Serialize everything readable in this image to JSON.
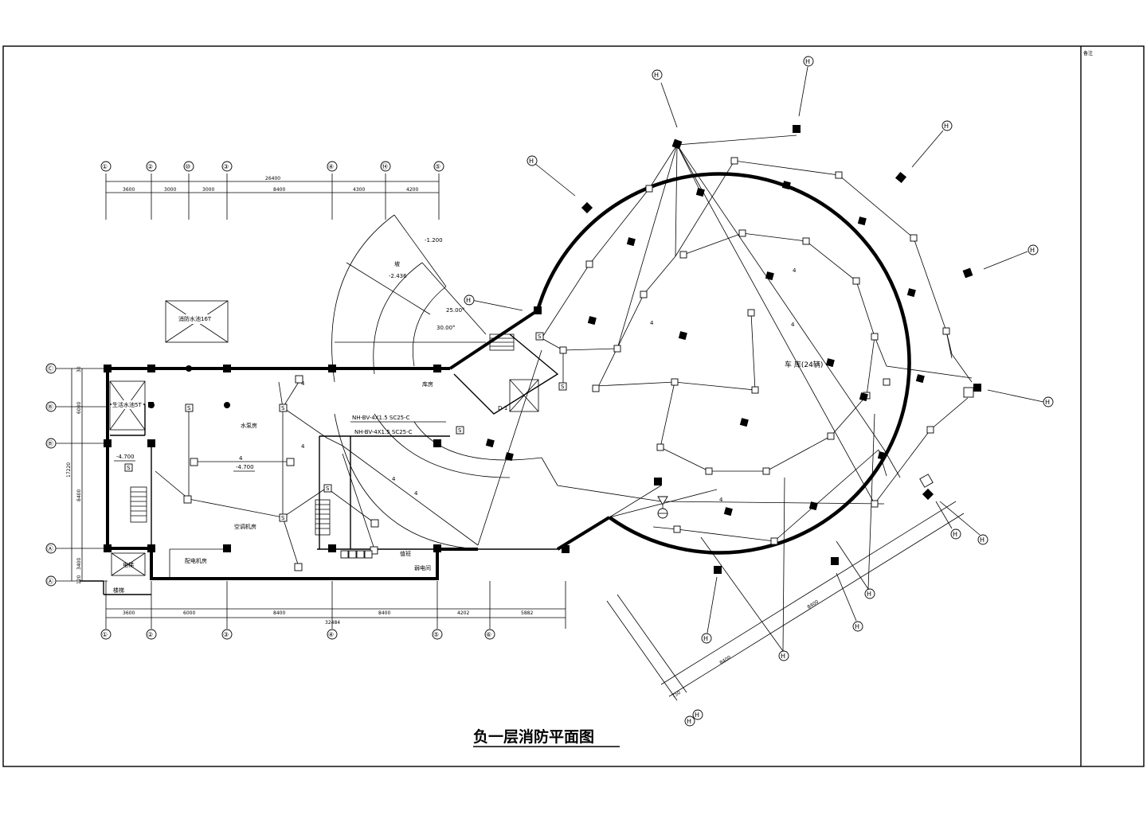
{
  "drawing": {
    "title": "负一层消防平面图",
    "title_block_label": "备注"
  },
  "grid_axes": {
    "top": [
      "①",
      "②",
      "⑩",
      "③",
      "④",
      "⑭",
      "⑤"
    ],
    "bottom": [
      "①",
      "②",
      "③",
      "④",
      "⑤",
      "⑥"
    ],
    "left": [
      "Ⓒ",
      "Ⓑ",
      "Ⓑ",
      "Ⓐ",
      "Ⓐ"
    ],
    "arc": [
      "H",
      "H",
      "H",
      "H",
      "H",
      "H",
      "H",
      "H",
      "H",
      "H",
      "H",
      "H",
      "H",
      "H",
      "H"
    ]
  },
  "dimensions": {
    "top_total": "26400",
    "top_segments": [
      "3600",
      "3000",
      "3000",
      "8400",
      "4300",
      "4200"
    ],
    "bottom_total": "32484",
    "bottom_segments": [
      "3600",
      "6000",
      "8400",
      "8400",
      "4202",
      "5882"
    ],
    "left_total": "17220",
    "left_segments": [
      "30",
      "6000",
      "8400",
      "3400",
      "120"
    ],
    "diag": [
      "8400",
      "8400",
      "750"
    ]
  },
  "room_labels": {
    "fire_pool": "消防水池16T",
    "pool_small": "生活水池5T",
    "pump_room": "水泵房",
    "ac_room": "空调机房",
    "dist_room": "配电机房",
    "storage": "库房",
    "duty": "值班",
    "guard": "弱电间",
    "elev": "电梯",
    "stair": "楼梯",
    "garage": "车  库(24辆)",
    "elev_top": "-4.700",
    "elev_mid": "-4.700",
    "ramp_a": "-1.200",
    "ramp_b": "-2.436",
    "angle_a": "25.00°",
    "angle_b": "30.00°",
    "ramp_dir": "坡",
    "cable_1": "NH-BV-4X1.5 SC25-C",
    "cable_2": "NH-BV-4X1.5 SC25-C",
    "box": "D-1"
  },
  "wire_labels": [
    "4",
    "4",
    "4",
    "4",
    "4",
    "4",
    "4",
    "4",
    "4"
  ],
  "device_label": "S"
}
